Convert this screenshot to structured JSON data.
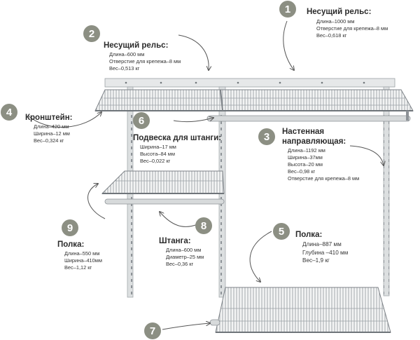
{
  "callouts": [
    {
      "num": "1",
      "title": "Несущий рельс:",
      "lines": [
        "Длина–1000 мм",
        "Отверстие для крепежа–8 мм",
        "Вес–0,618 кг"
      ]
    },
    {
      "num": "2",
      "title": "Несущий рельс:",
      "lines": [
        "Длина–600 мм",
        "Отверстие для крепежа–8 мм",
        "Вес–0,513 кг"
      ]
    },
    {
      "num": "3",
      "title_lines": [
        "Настенная",
        "направляющая:"
      ],
      "lines": [
        "Длина–1192 мм",
        "Ширина–37мм",
        "Высота–20 мм",
        "Вес–0,98 кг",
        "Отверстие для крепежа–8 мм"
      ]
    },
    {
      "num": "4",
      "title": "Кронштейн:",
      "lines": [
        "Длина–420 мм",
        "Ширина–12 мм",
        "Вес–0,324 кг"
      ]
    },
    {
      "num": "5",
      "title": "Полка:",
      "lines": [
        "Длина–887 мм",
        "Глубина –410 мм",
        "Вес–1,9 кг"
      ]
    },
    {
      "num": "6",
      "title": "Подвеска для штанги:",
      "lines": [
        "Ширина–17 мм",
        "Высота–84 мм",
        "Вес–0,022 кг"
      ]
    },
    {
      "num": "7"
    },
    {
      "num": "8",
      "title": "Штанга:",
      "lines": [
        "Длина–600 мм",
        "Диаметр–25 мм",
        "Вес–0,36 кг"
      ]
    },
    {
      "num": "9",
      "title": "Полка:",
      "lines": [
        "Длина–550 мм",
        "Ширина–410мм",
        "Вес–1,12 кг"
      ]
    }
  ],
  "colors": {
    "badge": "#8c8f83",
    "metal": "#c9ccce",
    "metal_dark": "#7d8287",
    "accent": "#b9bcbf"
  }
}
